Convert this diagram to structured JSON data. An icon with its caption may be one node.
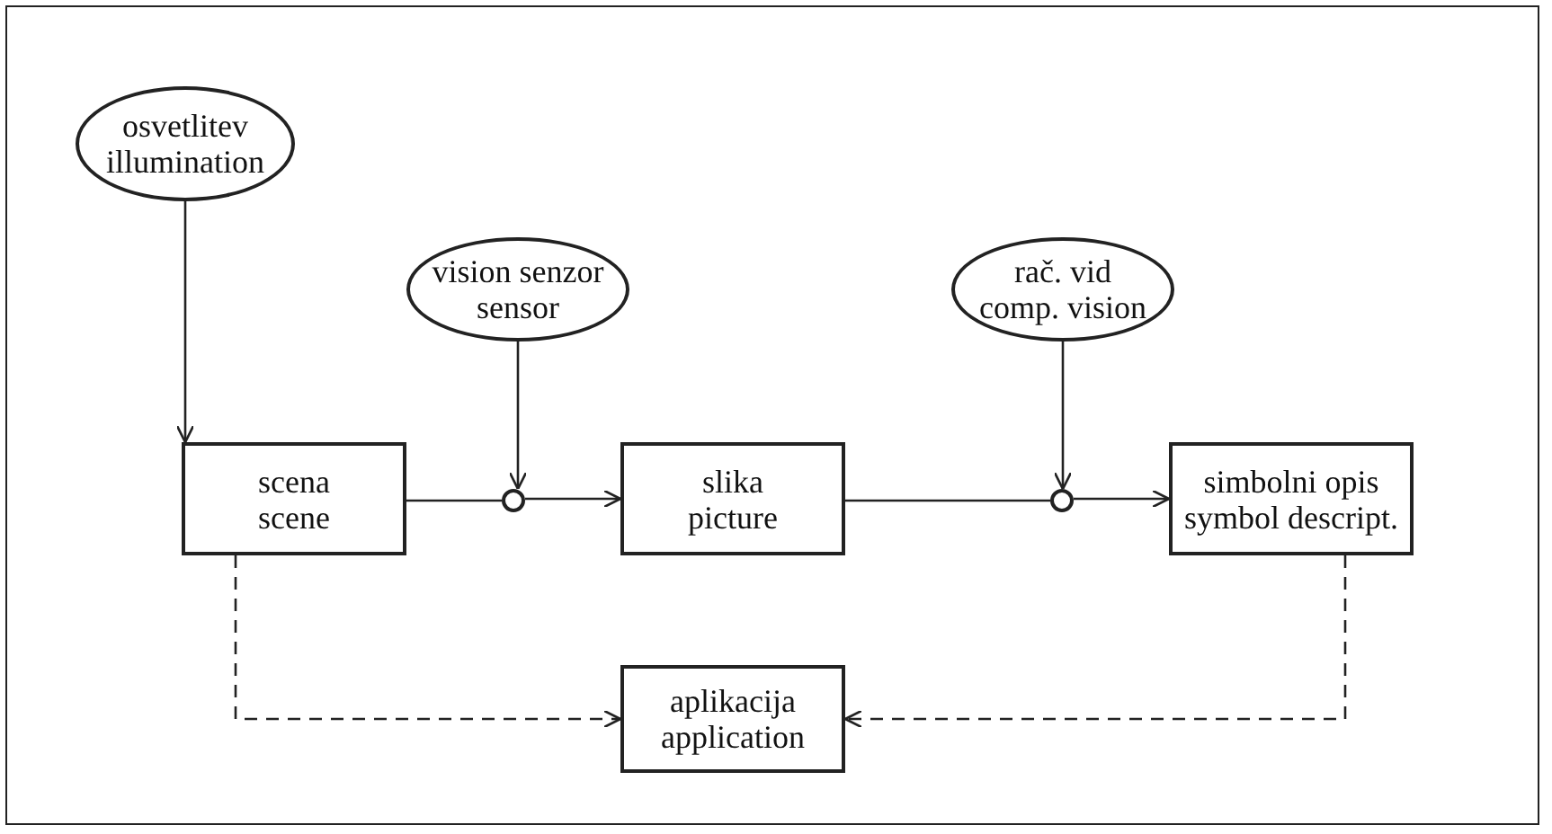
{
  "diagram": {
    "nodes": [
      {
        "text": [
          "osvetlitev",
          "illumination"
        ]
      },
      {
        "text": [
          "vision senzor",
          "sensor"
        ]
      },
      {
        "text": [
          "rač. vid",
          "comp. vision"
        ]
      },
      {
        "text": [
          "scena",
          "scene"
        ]
      },
      {
        "text": [
          "slika",
          "picture"
        ]
      },
      {
        "text": [
          "simbolni opis",
          "symbol descript."
        ]
      },
      {
        "text": [
          "aplikacija",
          "application"
        ]
      },
      {
        "text": [],
        "shape": "circle"
      },
      {
        "text": [],
        "shape": "circle"
      }
    ],
    "edges": [
      {
        "from": 0,
        "to": 3,
        "arrow": "to"
      },
      {
        "from": 3,
        "to": 7,
        "arrow": "none"
      },
      {
        "from": 1,
        "to": 7,
        "arrow": "to"
      },
      {
        "from": 7,
        "to": 4,
        "arrow": "to"
      },
      {
        "from": 4,
        "to": 8,
        "arrow": "none"
      },
      {
        "from": 2,
        "to": 8,
        "arrow": "to"
      },
      {
        "from": 8,
        "to": 5,
        "arrow": "to"
      },
      {
        "from": 3,
        "to": 6,
        "arrow": "to",
        "style": "dashed"
      },
      {
        "from": 5,
        "to": 6,
        "arrow": "to",
        "style": "dashed"
      }
    ]
  }
}
